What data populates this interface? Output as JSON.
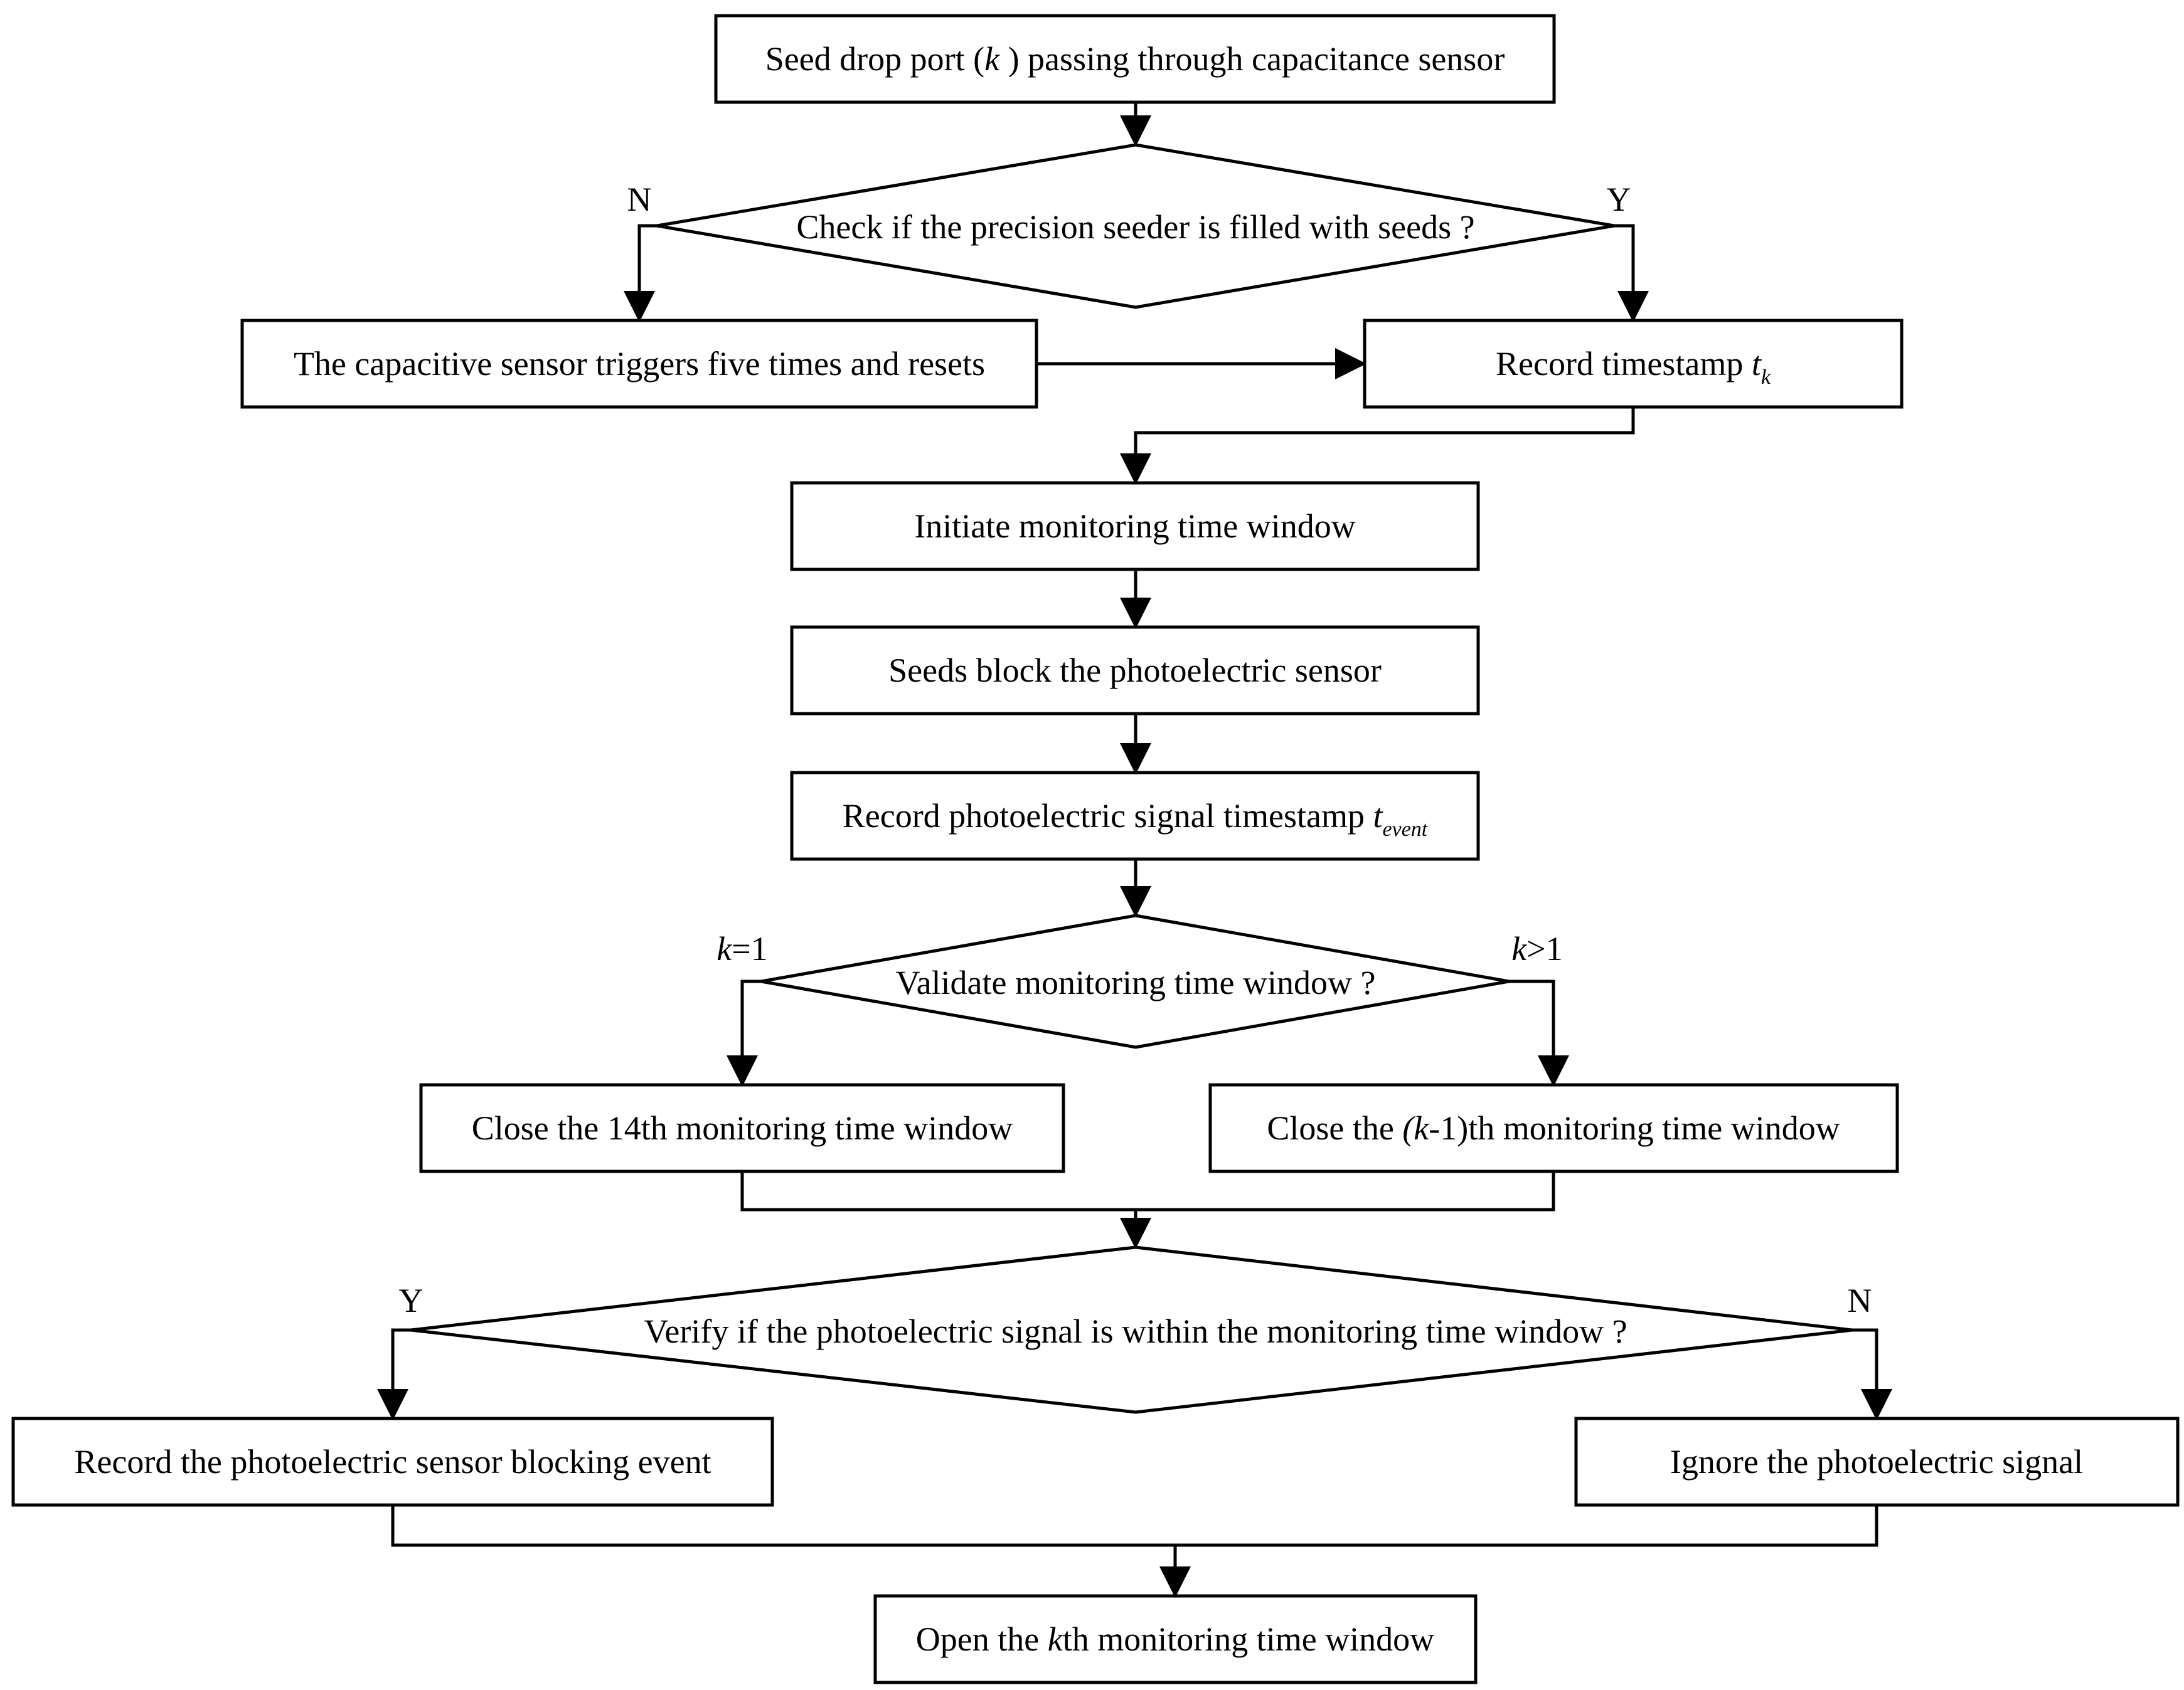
{
  "nodes": {
    "seed_drop": {
      "a": "Seed drop port (",
      "k": "k",
      "b": " ) passing through capacitance sensor"
    },
    "check_filled": {
      "text": "Check if the precision seeder is filled with seeds ?"
    },
    "capacitive_reset": {
      "text": "The capacitive sensor triggers five times and resets"
    },
    "record_tk": {
      "a": "Record timestamp ",
      "t": "t",
      "sub": "k"
    },
    "initiate_window": {
      "text": "Initiate monitoring time window"
    },
    "seeds_block": {
      "text": "Seeds block the photoelectric sensor"
    },
    "record_tevent": {
      "a": "Record photoelectric signal timestamp ",
      "t": "t",
      "sub": "event"
    },
    "validate_window": {
      "text": "Validate monitoring time window ?"
    },
    "close_14th": {
      "text": "Close the 14th monitoring time window"
    },
    "close_k1": {
      "a": "Close the ",
      "k": "(k",
      "b": "-1)th monitoring time window"
    },
    "verify_signal": {
      "text": "Verify if the photoelectric signal is within the monitoring time window ?"
    },
    "record_block_event": {
      "text": "Record the photoelectric sensor blocking event"
    },
    "ignore_signal": {
      "text": "Ignore the photoelectric signal"
    },
    "open_kth": {
      "a": "Open the ",
      "k": "k",
      "b": "th monitoring time window"
    }
  },
  "edge_labels": {
    "check_no": "N",
    "check_yes": "Y",
    "validate_left_k": "k",
    "validate_left_rest": "=1",
    "validate_right_k": "k",
    "validate_right_rest": ">1",
    "verify_yes": "Y",
    "verify_no": "N"
  }
}
